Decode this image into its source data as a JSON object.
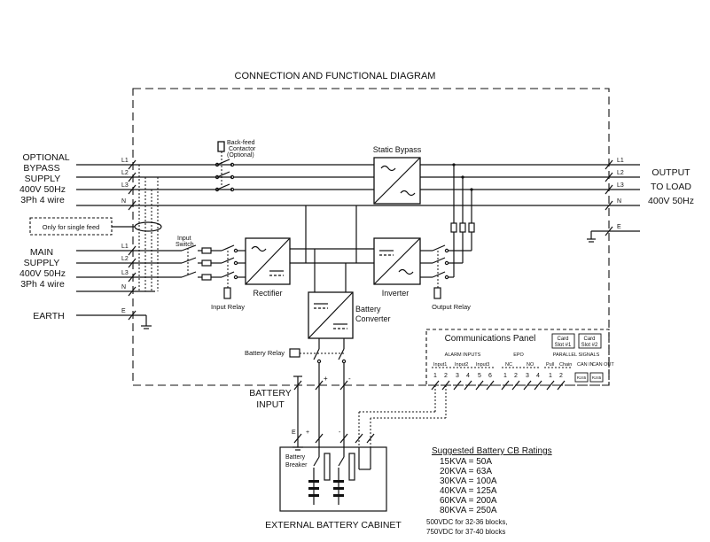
{
  "title": "CONNECTION AND FUNCTIONAL DIAGRAM",
  "bypass_supply": [
    "OPTIONAL",
    "BYPASS",
    "SUPPLY",
    "400V  50Hz",
    "3Ph  4 wire"
  ],
  "main_supply": [
    "MAIN",
    "SUPPLY",
    "400V  50Hz",
    "3Ph  4 wire"
  ],
  "single_feed_note": "Only for single feed",
  "earth_label": "EARTH",
  "output": [
    "OUTPUT",
    "TO LOAD",
    "400V  50Hz"
  ],
  "input_phase_labels": [
    "L1",
    "L2",
    "L3",
    "N"
  ],
  "main_phase_labels": [
    "L1",
    "L2",
    "L3",
    "N"
  ],
  "earth_terminal": "E",
  "output_phase_labels": [
    "L1",
    "L2",
    "L3",
    "N",
    "E"
  ],
  "backfeed": [
    "Back-feed",
    "Contactor",
    "(Optional)"
  ],
  "static_bypass": "Static Bypass",
  "input_switch": [
    "Input",
    "Switch"
  ],
  "input_relay": "Input Relay",
  "rectifier": "Rectifier",
  "inverter": "Inverter",
  "output_relay": "Output Relay",
  "battery_converter": [
    "Battery",
    "Converter"
  ],
  "battery_relay": "Battery Relay",
  "battery_input": [
    "BATTERY",
    "INPUT"
  ],
  "polarity": {
    "plus": "+",
    "minus": "-"
  },
  "comms": {
    "title": "Communications  Panel",
    "card_slot_1": [
      "Card",
      "Slot #1"
    ],
    "card_slot_2": [
      "Card",
      "Slot #2"
    ],
    "alarm_inputs": "ALARM  INPUTS",
    "alarm_labels": [
      "Input1",
      "Input2",
      "Input3"
    ],
    "epo": "EPO",
    "epo_labels": [
      "NC",
      "NO"
    ],
    "parallel": "PARALLEL  SIGNALS",
    "parallel_labels": [
      "Pull",
      "Chain",
      "CAN IN",
      "CAN OUT"
    ],
    "rj45": [
      "RJ45",
      "RJ45"
    ],
    "terminal_numbers": [
      "1",
      "2",
      "3",
      "4",
      "5",
      "6",
      "1",
      "2",
      "3",
      "4",
      "1",
      "2"
    ]
  },
  "cabinet": {
    "label": "EXTERNAL  BATTERY  CABINET",
    "breaker": [
      "Battery",
      "Breaker"
    ],
    "earth": "E"
  },
  "ratings": {
    "title": "Suggested  Battery  CB  Ratings",
    "rows": [
      "15KVA  =   50A",
      "20KVA  =   63A",
      "30KVA  =  100A",
      "40KVA  =  125A",
      "60KVA  =  200A",
      "80KVA  =  250A"
    ],
    "notes": [
      "500VDC for 32-36 blocks,",
      "750VDC for 37-40 blocks"
    ]
  }
}
